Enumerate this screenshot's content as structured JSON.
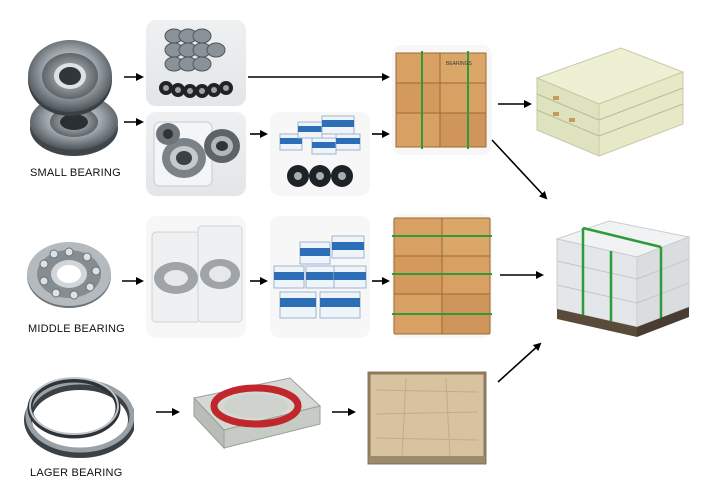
{
  "labels": {
    "small": "SMALL BEARING",
    "middle": "MIDDLE BEARING",
    "large": "LAGER BEARING"
  },
  "box_print": "BEARINGS",
  "colors": {
    "steel_light": "#d9dcdf",
    "steel_dark": "#6f767c",
    "carton": "#d9a063",
    "carton_dark": "#b57a3e",
    "strap_green": "#2f9a3a",
    "pallet_cream": "#e9ebc9",
    "wood": "#d8c3a0",
    "box_blue": "#2c6fb8",
    "ring_red": "#c0262b"
  }
}
